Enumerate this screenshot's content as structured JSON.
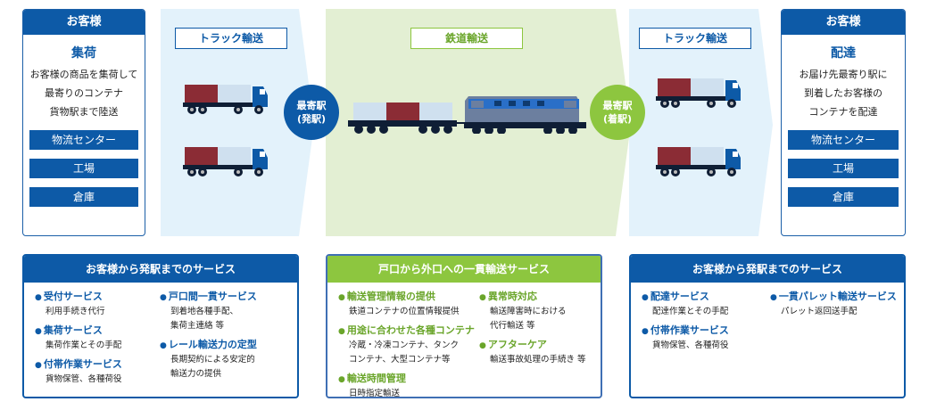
{
  "left_customer": {
    "header": "お客様",
    "title": "集荷",
    "description": [
      "お客様の商品を集荷して",
      "最寄りのコンテナ",
      "貨物駅まで陸送"
    ],
    "locations": [
      "物流センター",
      "工場",
      "倉庫"
    ]
  },
  "right_customer": {
    "header": "お客様",
    "title": "配達",
    "description": [
      "お届け先最寄り駅に",
      "到着したお客様の",
      "コンテナを配達"
    ],
    "locations": [
      "物流センター",
      "工場",
      "倉庫"
    ]
  },
  "stages": {
    "truck_left": "トラック輸送",
    "rail": "鉄道輸送",
    "truck_right": "トラック輸送"
  },
  "stations": {
    "origin": [
      "最寄駅",
      "(発駅)"
    ],
    "destination": [
      "最寄駅",
      "(着駅)"
    ]
  },
  "colors": {
    "blue": "#0d5aa7",
    "green": "#8dc63f",
    "light_blue": "#e3f2fb",
    "light_green": "#e3efd3"
  },
  "services": [
    {
      "title": "お客様から発駅までのサービス",
      "columns": [
        [
          {
            "title": "受付サービス",
            "desc": [
              "利用手続き代行"
            ]
          },
          {
            "title": "集荷サービス",
            "desc": [
              "集荷作業とその手配"
            ]
          },
          {
            "title": "付帯作業サービス",
            "desc": [
              "貨物保管、各種荷役"
            ]
          }
        ],
        [
          {
            "title": "戸口間一貫サービス",
            "desc": [
              "到着地各種手配、",
              "集荷主連絡 等"
            ]
          },
          {
            "title": "レール輸送力の定型",
            "desc": [
              "長期契約による安定的",
              "輸送力の提供"
            ]
          }
        ]
      ]
    },
    {
      "title": "戸口から外口への一貫輸送サービス",
      "columns": [
        [
          {
            "title": "輸送管理情報の提供",
            "desc": [
              "鉄道コンテナの位置情報提供"
            ]
          },
          {
            "title": "用途に合わせた各種コンテナ",
            "desc": [
              "冷蔵・冷凍コンテナ、タンク",
              "コンテナ、大型コンテナ等"
            ]
          },
          {
            "title": "輸送時間管理",
            "desc": [
              "日時指定輸送"
            ]
          }
        ],
        [
          {
            "title": "異常時対応",
            "desc": [
              "輸送障害時における",
              "代行輸送 等"
            ]
          },
          {
            "title": "アフターケア",
            "desc": [
              "輸送事故処理の手続き 等"
            ]
          }
        ]
      ]
    },
    {
      "title": "お客様から発駅までのサービス",
      "columns": [
        [
          {
            "title": "配達サービス",
            "desc": [
              "配達作業とその手配"
            ]
          },
          {
            "title": "付帯作業サービス",
            "desc": [
              "貨物保管、各種荷役"
            ]
          }
        ],
        [
          {
            "title": "一貫パレット輸送サービス",
            "desc": [
              "パレット返回送手配"
            ]
          }
        ]
      ]
    }
  ]
}
